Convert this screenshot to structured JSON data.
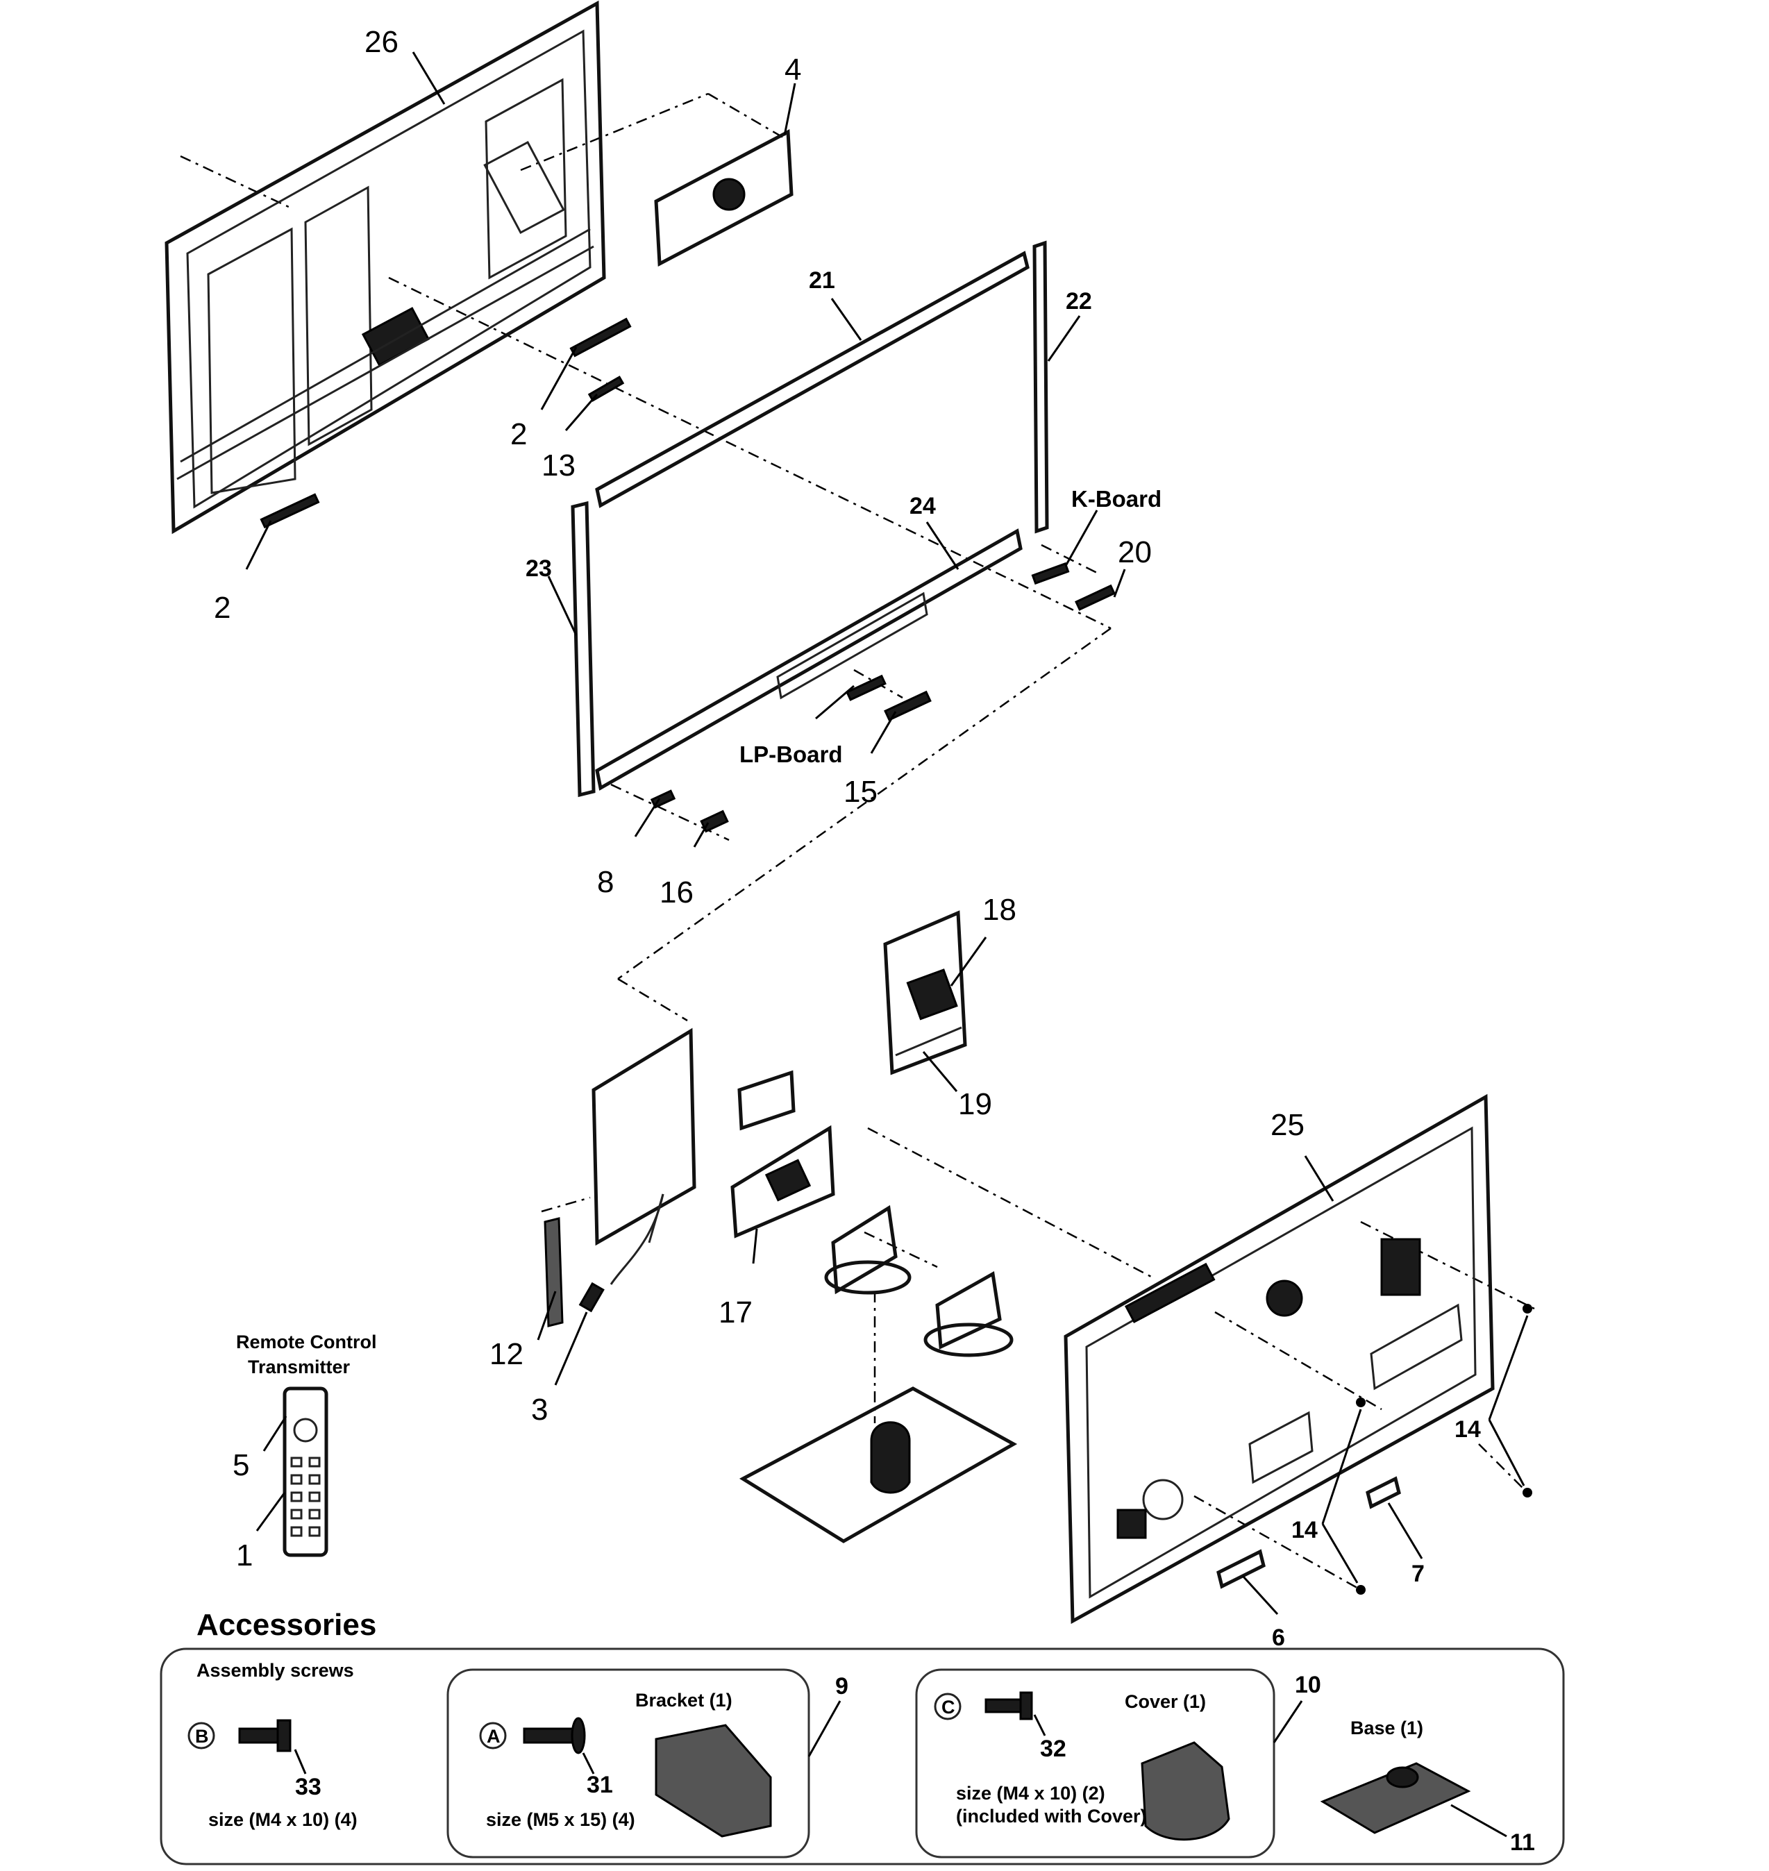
{
  "labels": {
    "p26": "26",
    "p4": "4",
    "p21": "21",
    "p22": "22",
    "p2a": "2",
    "p13": "13",
    "p2b": "2",
    "p24": "24",
    "p23": "23",
    "kboard": "K-Board",
    "p20": "20",
    "lpboard": "LP-Board",
    "p15": "15",
    "p8": "8",
    "p16": "16",
    "p18": "18",
    "p19": "19",
    "p25": "25",
    "p12": "12",
    "p3": "3",
    "p17": "17",
    "remote_line1": "Remote Control",
    "remote_line2": "Transmitter",
    "p5": "5",
    "p1": "1",
    "p14a": "14",
    "p14b": "14",
    "p7": "7",
    "p6": "6"
  },
  "accessories": {
    "title": "Accessories",
    "assembly_title": "Assembly screws",
    "screw_b_mark": "B",
    "screw_b_num": "33",
    "screw_b_size": "size (M4 x 10) (4)",
    "bracket_title": "Bracket (1)",
    "bracket_num": "9",
    "screw_a_mark": "A",
    "screw_a_num": "31",
    "screw_a_size": "size (M5 x 15) (4)",
    "cover_title": "Cover (1)",
    "cover_num": "10",
    "screw_c_mark": "C",
    "screw_c_num": "32",
    "screw_c_size": "size (M4 x 10) (2)",
    "screw_c_note": "(included with Cover)",
    "base_title": "Base (1)",
    "base_num": "11"
  }
}
